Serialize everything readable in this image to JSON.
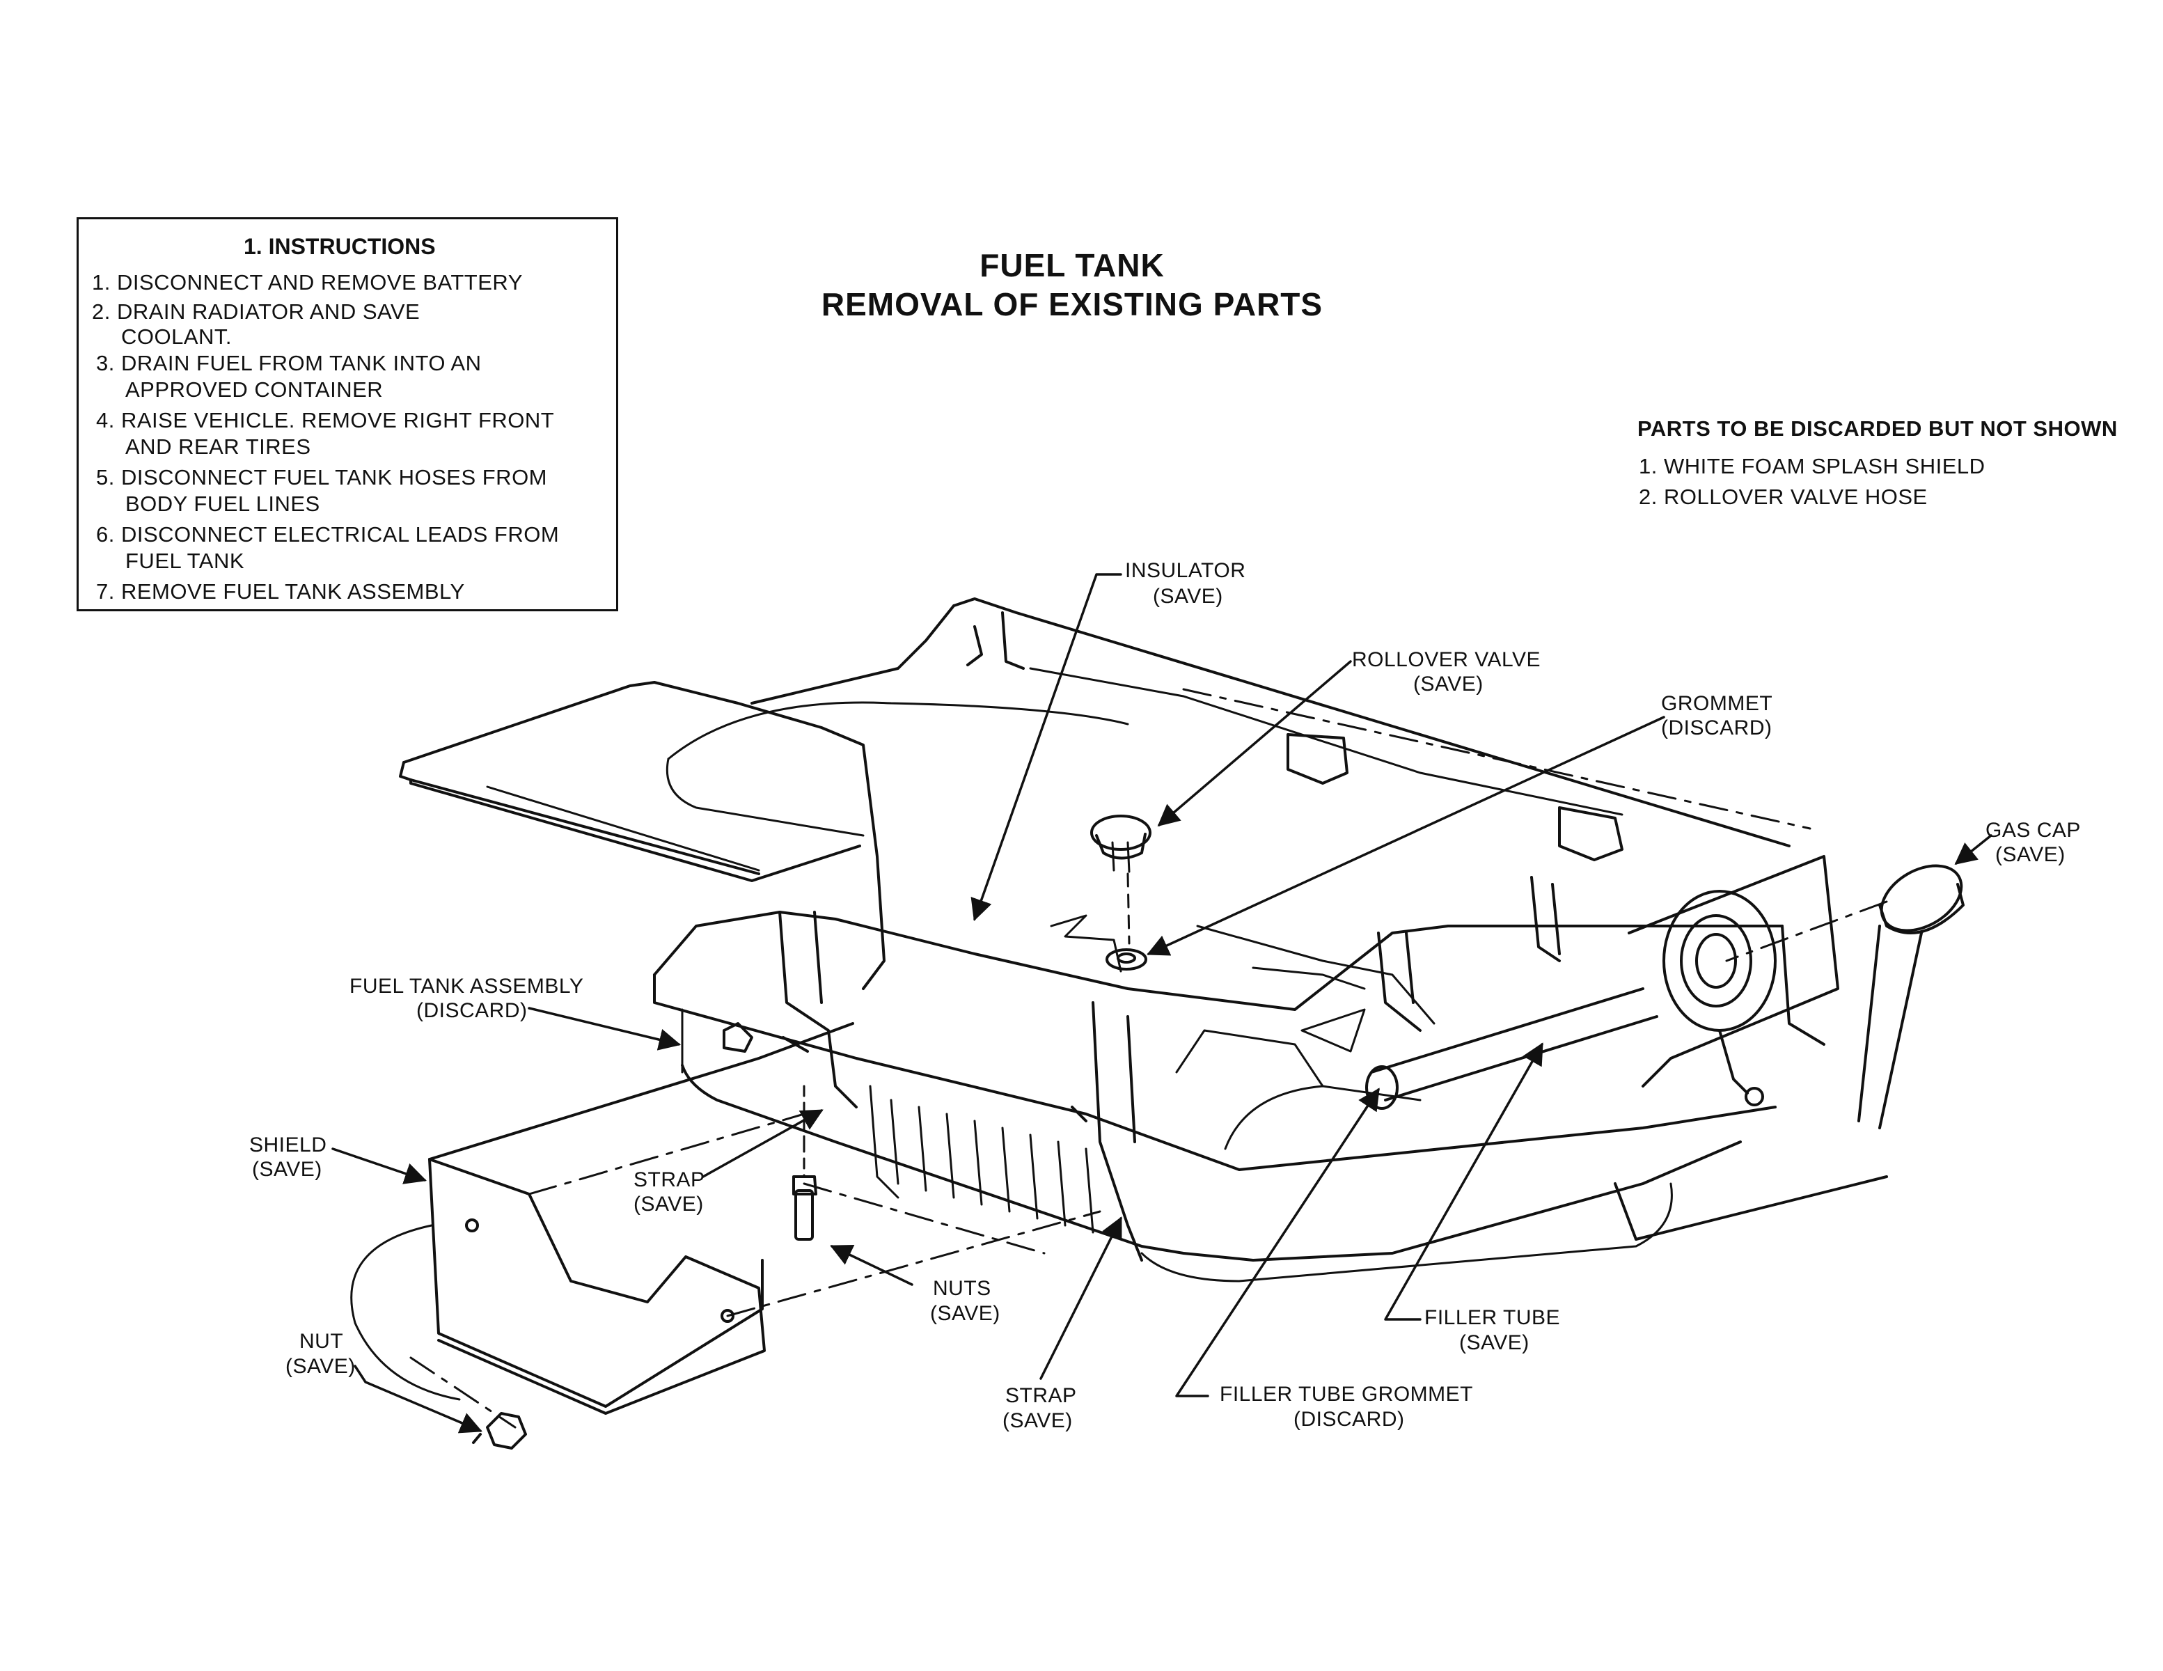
{
  "title": {
    "line1": "FUEL TANK",
    "line2": "REMOVAL OF EXISTING PARTS"
  },
  "instructions": {
    "heading": "1. INSTRUCTIONS",
    "lines": [
      "1. DISCONNECT AND REMOVE BATTERY",
      "2. DRAIN RADIATOR AND SAVE",
      "COOLANT.",
      "3. DRAIN FUEL FROM TANK INTO AN",
      "APPROVED CONTAINER",
      "4. RAISE VEHICLE. REMOVE RIGHT FRONT",
      "AND REAR TIRES",
      "5. DISCONNECT FUEL TANK HOSES FROM",
      "BODY FUEL LINES",
      "6. DISCONNECT ELECTRICAL LEADS FROM",
      "FUEL TANK",
      "7. REMOVE FUEL TANK ASSEMBLY"
    ]
  },
  "discarded_not_shown": {
    "heading": "PARTS TO BE DISCARDED BUT NOT SHOWN",
    "items": [
      "1. WHITE FOAM SPLASH SHIELD",
      "2. ROLLOVER VALVE HOSE"
    ]
  },
  "callouts": {
    "insulator": {
      "name": "INSULATOR",
      "status": "(SAVE)"
    },
    "rollover_valve": {
      "name": "ROLLOVER VALVE",
      "status": "(SAVE)"
    },
    "grommet": {
      "name": "GROMMET",
      "status": "(DISCARD)"
    },
    "gas_cap": {
      "name": "GAS CAP",
      "status": "(SAVE)"
    },
    "fuel_tank_assembly": {
      "name": "FUEL TANK ASSEMBLY",
      "status": "(DISCARD)"
    },
    "shield": {
      "name": "SHIELD",
      "status": "(SAVE)"
    },
    "strap_left": {
      "name": "STRAP",
      "status": "(SAVE)"
    },
    "nuts": {
      "name": "NUTS",
      "status": "(SAVE)"
    },
    "nut": {
      "name": "NUT",
      "status": "(SAVE)"
    },
    "strap_bottom": {
      "name": "STRAP",
      "status": "(SAVE)"
    },
    "filler_tube": {
      "name": "FILLER TUBE",
      "status": "(SAVE)"
    },
    "filler_tube_grommet": {
      "name": "FILLER TUBE GROMMET",
      "status": "(DISCARD)"
    }
  }
}
